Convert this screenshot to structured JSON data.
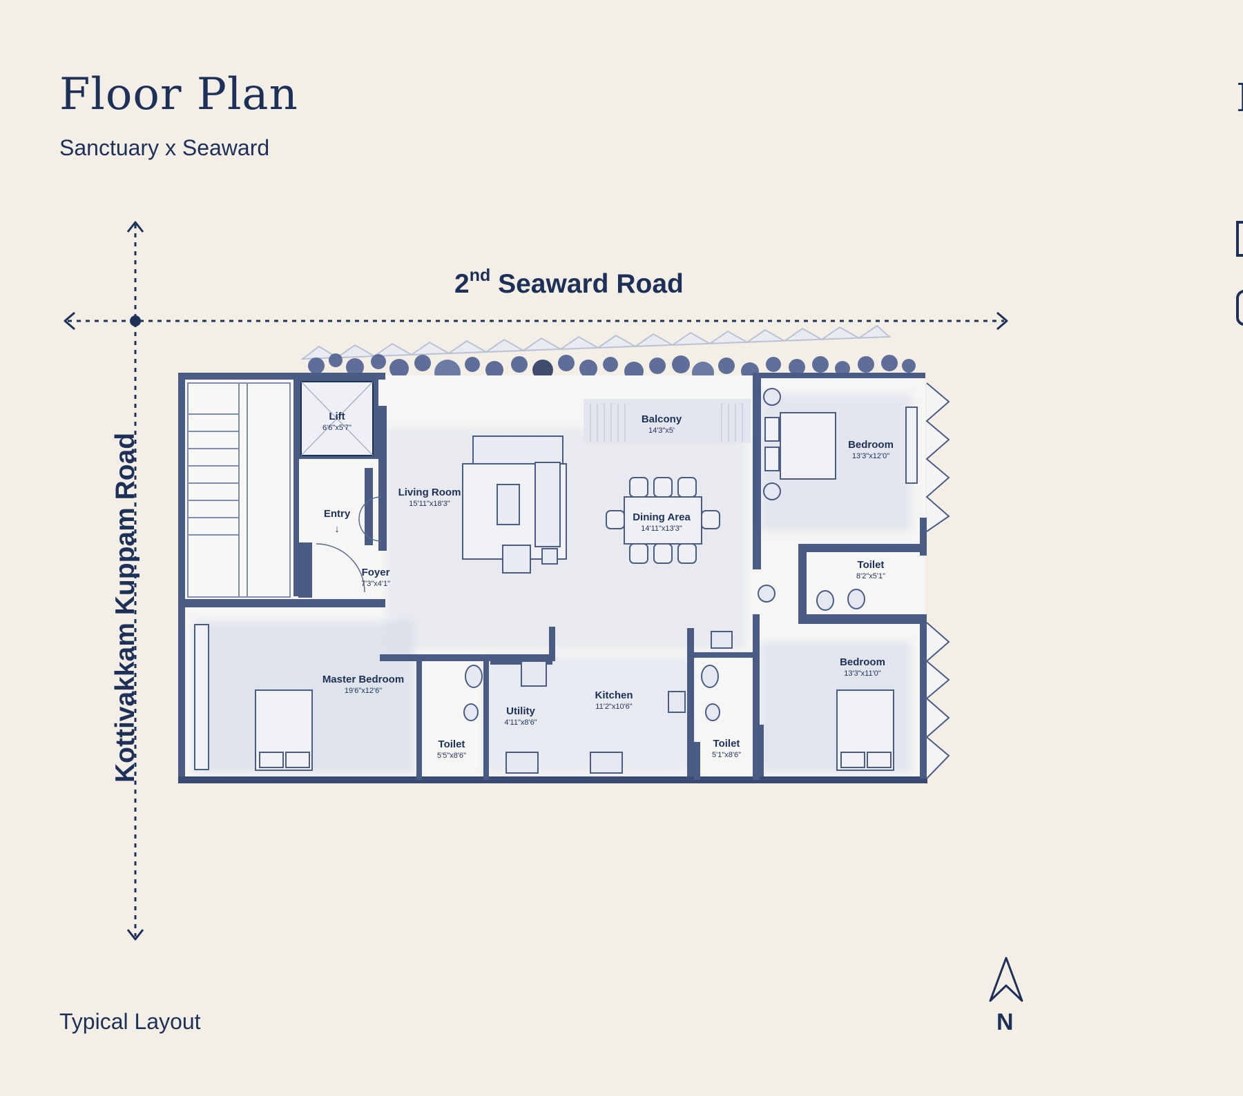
{
  "header": {
    "title": "Floor Plan",
    "subtitle": "Sanctuary x Seaward"
  },
  "footer": {
    "caption": "Typical Layout"
  },
  "roads": {
    "top": {
      "prefix": "2",
      "superscript": "nd",
      "name": " Seaward Road"
    },
    "left": "Kottivakkam Kuppam Road"
  },
  "compass": {
    "label": "N"
  },
  "rooms": [
    {
      "name": "Lift",
      "dim": "6'6\"x5'7\""
    },
    {
      "name": "Entry",
      "dim": "↓"
    },
    {
      "name": "Foyer",
      "dim": "7'3\"x4'1\""
    },
    {
      "name": "Living Room",
      "dim": "15'11\"x18'3\""
    },
    {
      "name": "Balcony",
      "dim": "14'3\"x5'"
    },
    {
      "name": "Dining Area",
      "dim": "14'11\"x13'3\""
    },
    {
      "name": "Bedroom",
      "dim": "13'3\"x12'0\""
    },
    {
      "name": "Toilet",
      "dim": "8'2\"x5'1\""
    },
    {
      "name": "Bedroom",
      "dim": "13'3\"x11'0\""
    },
    {
      "name": "Master Bedroom",
      "dim": "19'6\"x12'6\""
    },
    {
      "name": "Utility",
      "dim": "4'11\"x8'6\""
    },
    {
      "name": "Kitchen",
      "dim": "11'2\"x10'6\""
    },
    {
      "name": "Toilet",
      "dim": "5'5\"x8'6\""
    },
    {
      "name": "Toilet",
      "dim": "5'1\"x8'6\""
    }
  ],
  "colors": {
    "ink": "#1c3058",
    "wall": "#4a5b84",
    "paper": "#f4efe6",
    "wash": "#dde2ee"
  }
}
